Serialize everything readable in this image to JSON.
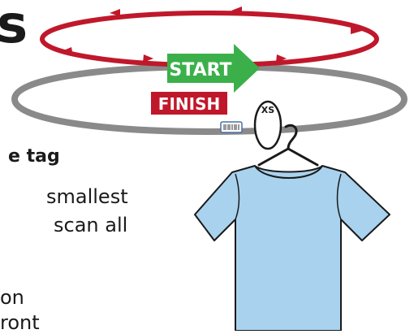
{
  "page": {
    "heading_fragment": "s",
    "text_fragments": [
      "e tag",
      "smallest",
      "scan all",
      "on",
      "ront"
    ]
  },
  "diagram": {
    "start_label": "START",
    "finish_label": "FINISH",
    "size_tag_label": "XS",
    "colors": {
      "red_loop": "#c0182b",
      "gray_rail": "#8a8a8a",
      "start_green": "#3bb04a",
      "finish_red": "#c0182b",
      "shirt_fill": "#a9d2ee",
      "outline": "#1a1a1a"
    },
    "icons": [
      "barcode-label-icon",
      "hanger-icon",
      "size-tag-icon",
      "tshirt-icon"
    ]
  }
}
